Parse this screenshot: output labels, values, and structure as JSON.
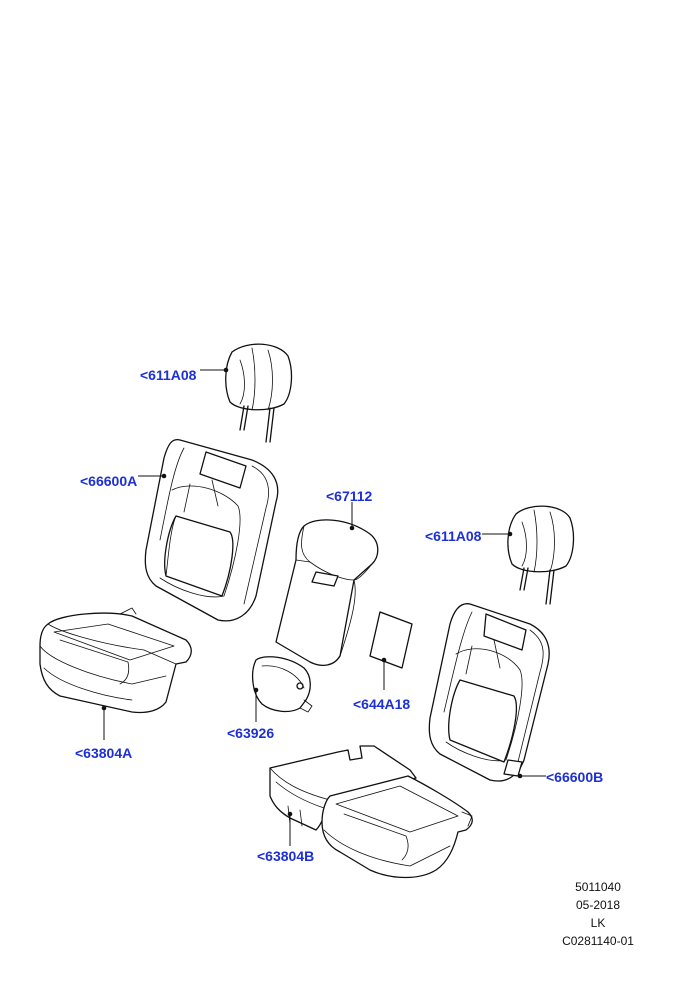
{
  "callouts": {
    "headrest_left": "<611A08",
    "backrest_left": "<66600A",
    "armrest_cover": "<67112",
    "headrest_right": "<611A08",
    "panel": "<644A18",
    "cushion_left": "<63804A",
    "armrest_pad": "<63926",
    "backrest_right": "<66600B",
    "cushion_right": "<63804B"
  },
  "footer": {
    "line1": "5011040",
    "line2": "05-2018",
    "line3": "LK",
    "line4": "C0281140-01"
  }
}
